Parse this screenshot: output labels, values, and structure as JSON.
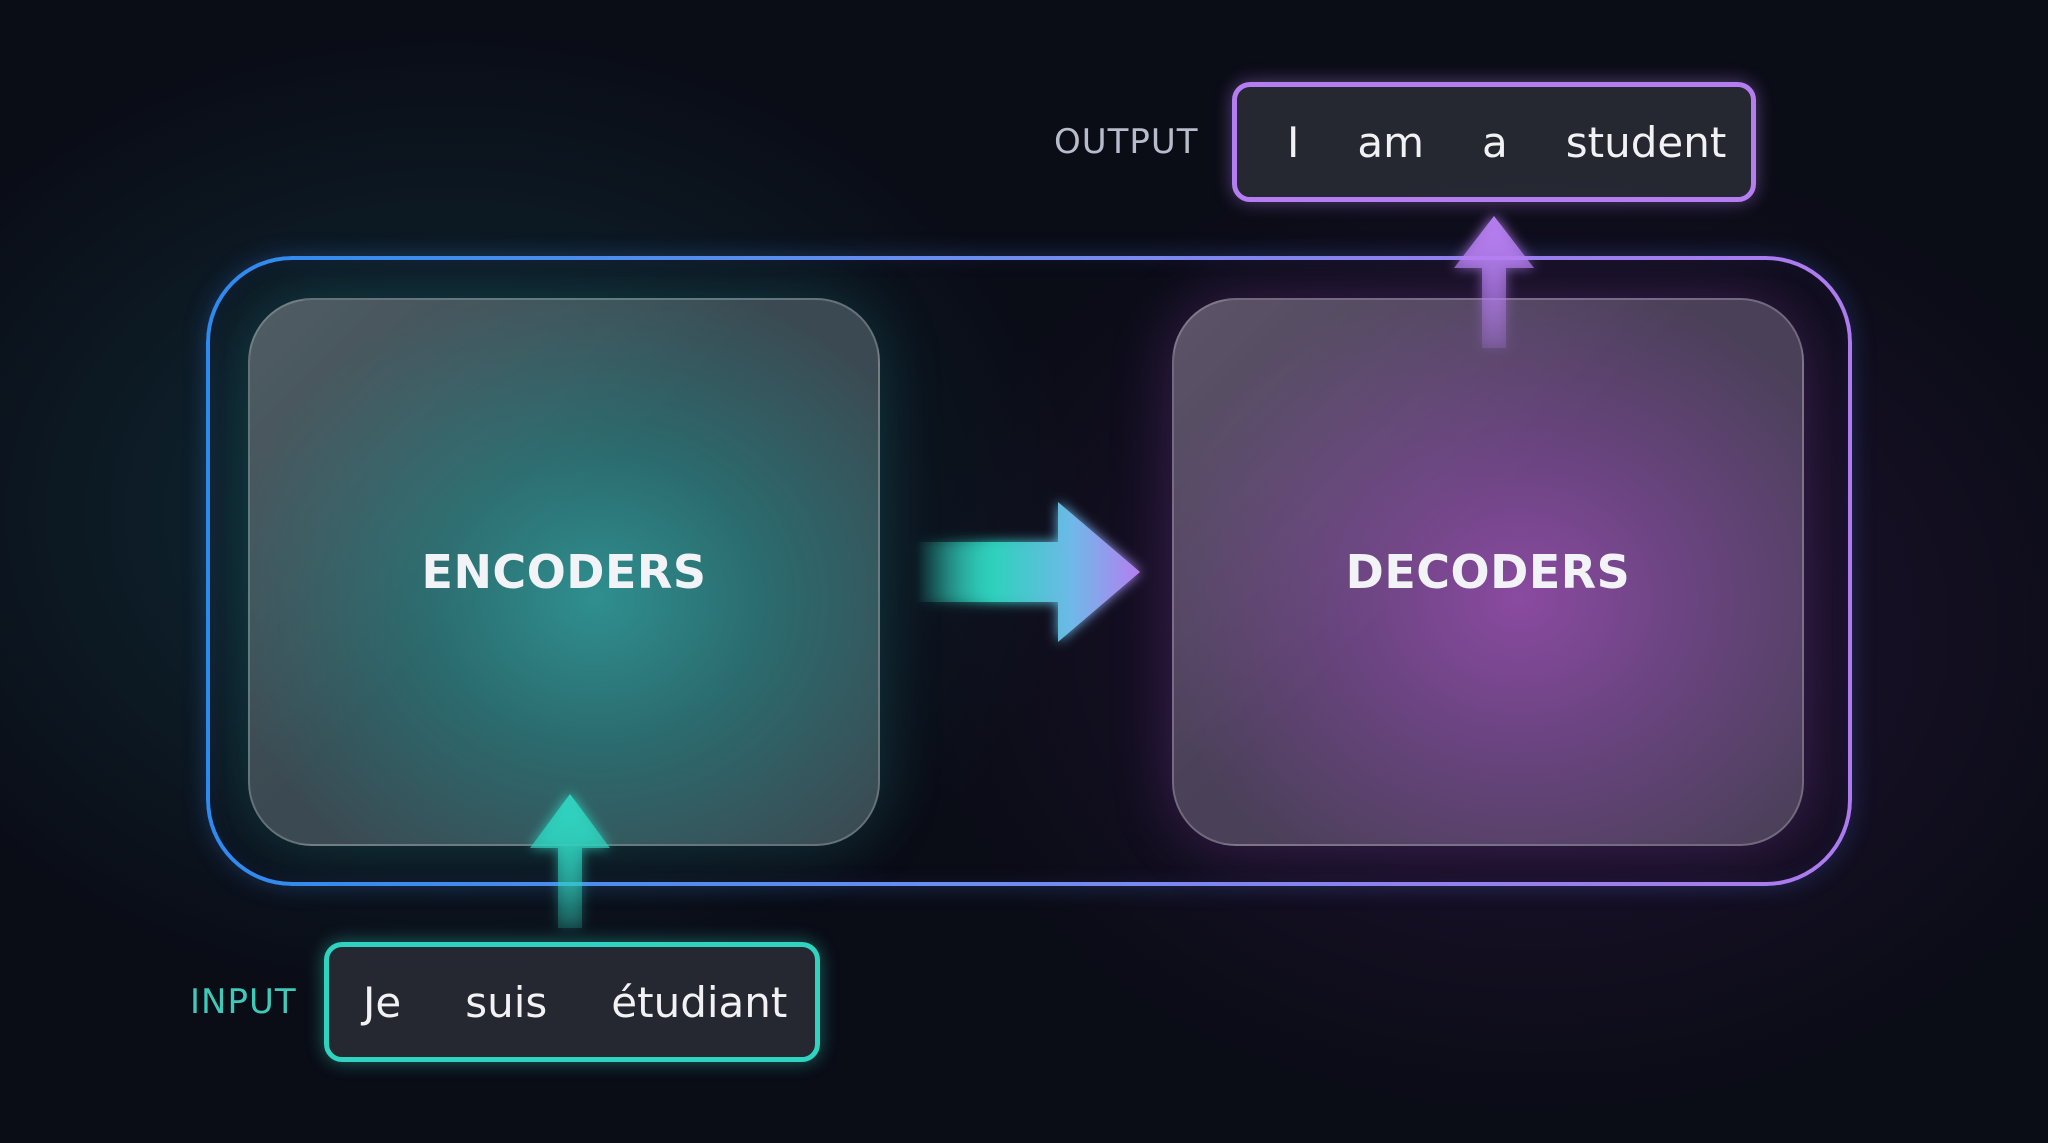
{
  "diagram": {
    "encoder_label": "ENCODERS",
    "decoder_label": "DECODERS",
    "input_label": "INPUT",
    "output_label": "OUTPUT",
    "input_tokens": [
      "Je",
      "suis",
      "étudiant"
    ],
    "output_tokens": [
      "I",
      "am",
      "a",
      "student"
    ]
  },
  "colors": {
    "background": "#0a0c16",
    "encoder_accent": "#2fd3bf",
    "decoder_accent": "#b57ef0",
    "frame_left": "#2f8bf0",
    "frame_right": "#b07cf0"
  }
}
